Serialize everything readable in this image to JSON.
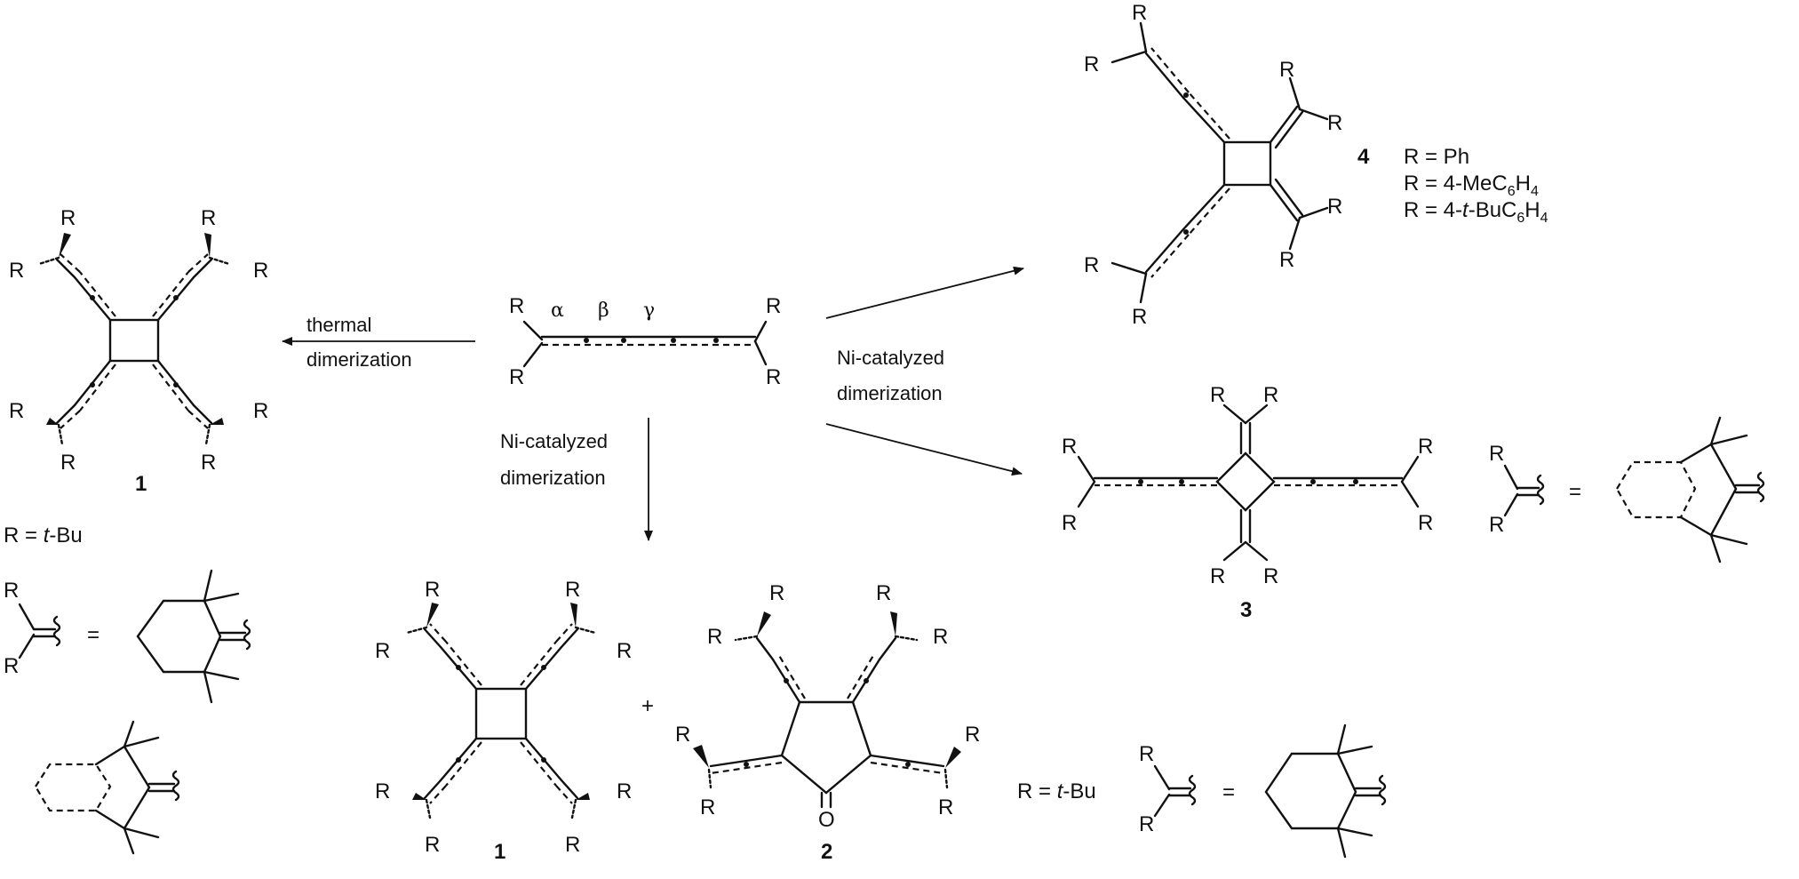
{
  "colors": {
    "ink": "#111111",
    "background": "#ffffff"
  },
  "labels": {
    "R": "R",
    "O": "O",
    "plus": "+",
    "equals": "=",
    "alpha": "α",
    "beta": "β",
    "gamma": "γ",
    "thermal_line1": "thermal",
    "thermal_line2": "dimerization",
    "ni_line1": "Ni-catalyzed",
    "ni_line2": "dimerization",
    "r_tbu_prefix": "R = ",
    "r_tbu_italic": "t",
    "r_tbu_suffix": "-Bu"
  },
  "compounds": {
    "c1": "1",
    "c2": "2",
    "c3": "3",
    "c4": "4"
  },
  "compound4_list": {
    "l1": "R = Ph",
    "l2_pre": "R = 4-MeC",
    "l2_sub1": "6",
    "l2_mid": "H",
    "l2_sub2": "4",
    "l3_pre": "R = 4-",
    "l3_it": "t",
    "l3_mid": "-BuC",
    "l3_sub1": "6",
    "l3_mid2": "H",
    "l3_sub2": "4"
  }
}
